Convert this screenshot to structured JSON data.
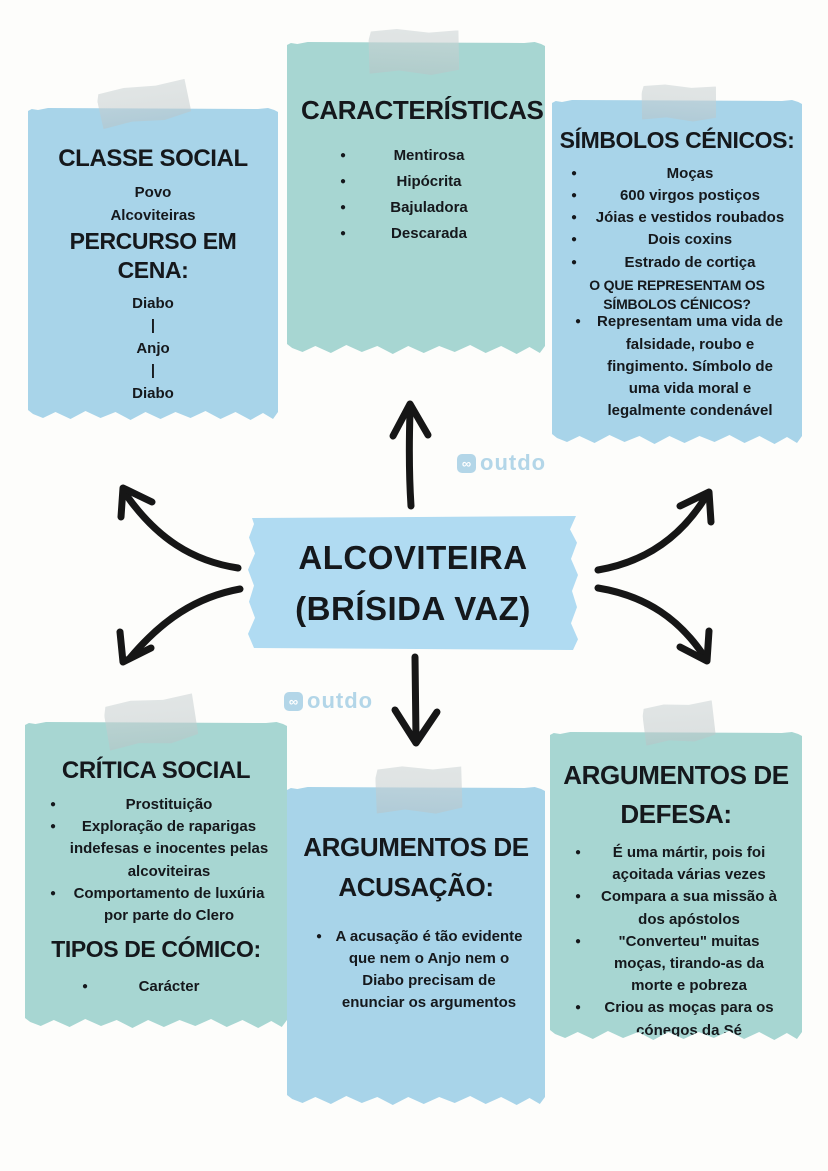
{
  "page": {
    "background": "#fdfdfb",
    "type": "mind-map"
  },
  "ui": {
    "bullet": "●",
    "arrow_color": "#161616",
    "tape_color": "#c8d1d3"
  },
  "brand": {
    "name": "outdo",
    "icon_glyph": "∞",
    "color": "#b3d6e8"
  },
  "center_topic": {
    "line1": "ALCOVITEIRA",
    "line2": "(BRÍSIDA VAZ)",
    "color": "#b0dbf2"
  },
  "notes": {
    "classe_social": {
      "color": "#a8d4e9",
      "title": "CLASSE SOCIAL",
      "items": [
        "Povo",
        "Alcoviteiras"
      ],
      "subtitle": "PERCURSO EM CENA:",
      "path": [
        "Diabo",
        "|",
        "Anjo",
        "|",
        "Diabo"
      ]
    },
    "caracteristicas": {
      "color": "#a7d6d2",
      "title": "CARACTERÍSTICAS:",
      "bullets": [
        "Mentirosa",
        "Hipócrita",
        "Bajuladora",
        "Descarada"
      ]
    },
    "simbolos_cenicos": {
      "color": "#a8d4e9",
      "title": "SÍMBOLOS CÉNICOS:",
      "bullets": [
        "Moças",
        "600 virgos postiços",
        "Jóias e vestidos roubados",
        "Dois coxins",
        "Estrado de cortiça"
      ],
      "subtitle": "O QUE REPRESENTAM OS SÍMBOLOS CÉNICOS?",
      "answer_bullets": [
        "Representam uma vida de falsidade, roubo e fingimento. Símbolo de uma vida moral e legalmente condenável"
      ]
    },
    "critica_social": {
      "color": "#a7d6d2",
      "title": "CRÍTICA SOCIAL",
      "bullets": [
        "Prostituição",
        "Exploração de raparigas indefesas e inocentes pelas alcoviteiras",
        "Comportamento de luxúria por parte do Clero"
      ],
      "subtitle": "TIPOS DE CÓMICO:",
      "answer_bullets": [
        "Carácter"
      ]
    },
    "argumentos_acusacao": {
      "color": "#a8d4e9",
      "title": "ARGUMENTOS DE ACUSAÇÃO:",
      "bullets": [
        "A acusação é tão evidente que nem o Anjo nem o Diabo precisam de enunciar os argumentos"
      ]
    },
    "argumentos_defesa": {
      "color": "#a7d6d2",
      "title": "ARGUMENTOS DE DEFESA:",
      "bullets": [
        "É uma mártir, pois foi açoitada várias vezes",
        "Compara a sua missão à dos apóstolos",
        "\"Converteu\" muitas moças, tirando-as da morte e pobreza",
        "Criou as moças para os cónegos da Sé"
      ]
    }
  }
}
